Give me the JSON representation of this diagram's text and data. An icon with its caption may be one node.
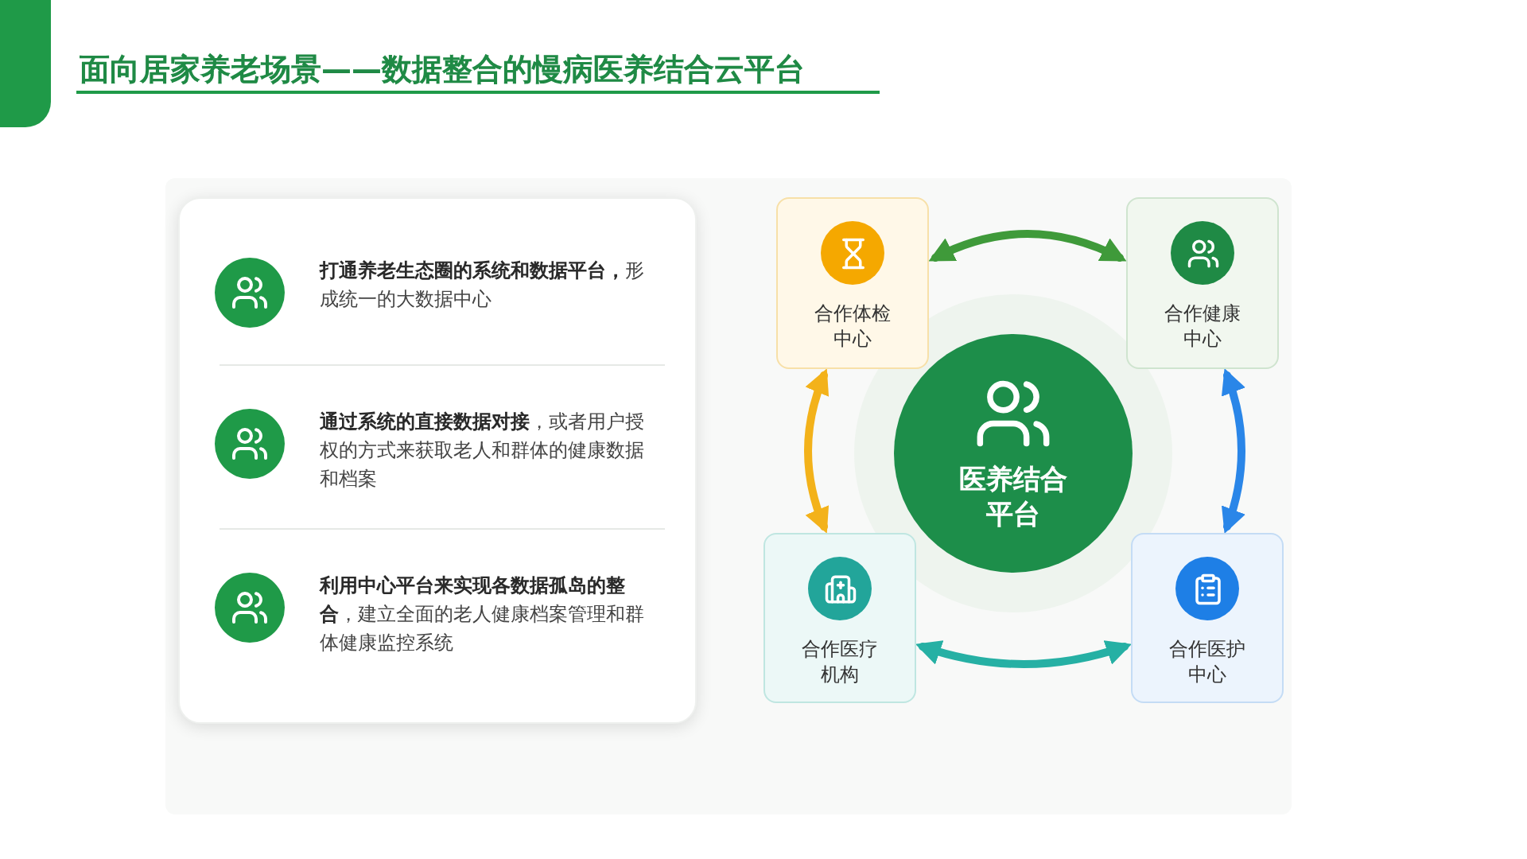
{
  "diagram": {
    "title": "面向居家养老场景——数据整合的慢病医养结合云平台",
    "nodes": [
      {
        "text": [],
        "shape": "box"
      },
      {
        "text": [
          "**打通养老生态圈的系统和数据平台，**形成统一的大数据中心"
        ],
        "in": 0
      },
      {
        "text": [
          "**通过系统的直接数据对接**，或者用户授权的方式来获取老人和群体的健康数据和档案"
        ],
        "in": 0
      },
      {
        "text": [
          "**利用中心平台来实现各数据孤岛的整合**，建立全面的老人健康档案管理和群体健康监控系统"
        ],
        "in": 0
      },
      {
        "text": [
          "医养结合平台"
        ]
      },
      {
        "text": [
          "合作体检中心"
        ]
      },
      {
        "text": [
          "合作健康中心"
        ]
      },
      {
        "text": [
          "合作医疗机构"
        ]
      },
      {
        "text": [
          "合作医护中心"
        ]
      }
    ],
    "edges": [
      {
        "from": 5,
        "to": 6,
        "arrow": "both",
        "color": "#3f9a3a"
      },
      {
        "from": 6,
        "to": 8,
        "arrow": "both",
        "color": "#2a86e8"
      },
      {
        "from": 8,
        "to": 7,
        "arrow": "both",
        "color": "#26b0a4"
      },
      {
        "from": 7,
        "to": 5,
        "arrow": "both",
        "color": "#f3b21a"
      }
    ]
  }
}
